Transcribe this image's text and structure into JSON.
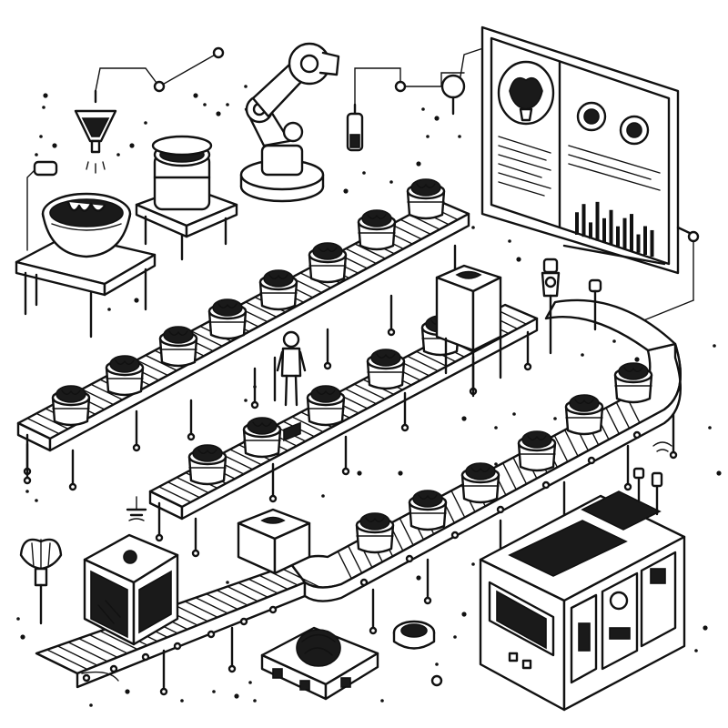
{
  "colors": {
    "ink": "#111111",
    "paper": "#ffffff",
    "shade": "#d9d9d9"
  },
  "dashboard": {
    "bar_levels": [
      0.55,
      0.8,
      0.4,
      0.95,
      0.6,
      0.85,
      0.5,
      0.75,
      0.9,
      0.45,
      0.7,
      0.65
    ]
  },
  "icons": {
    "hopper": "funnel-icon",
    "robot_arm": "robot-arm-icon",
    "jar": "jar-icon",
    "bowl": "bowl-icon",
    "worker": "person-icon",
    "monitor": "dashboard-monitor-icon",
    "machine": "packaging-machine-icon",
    "pallet_item": "cabbage-package-icon"
  }
}
